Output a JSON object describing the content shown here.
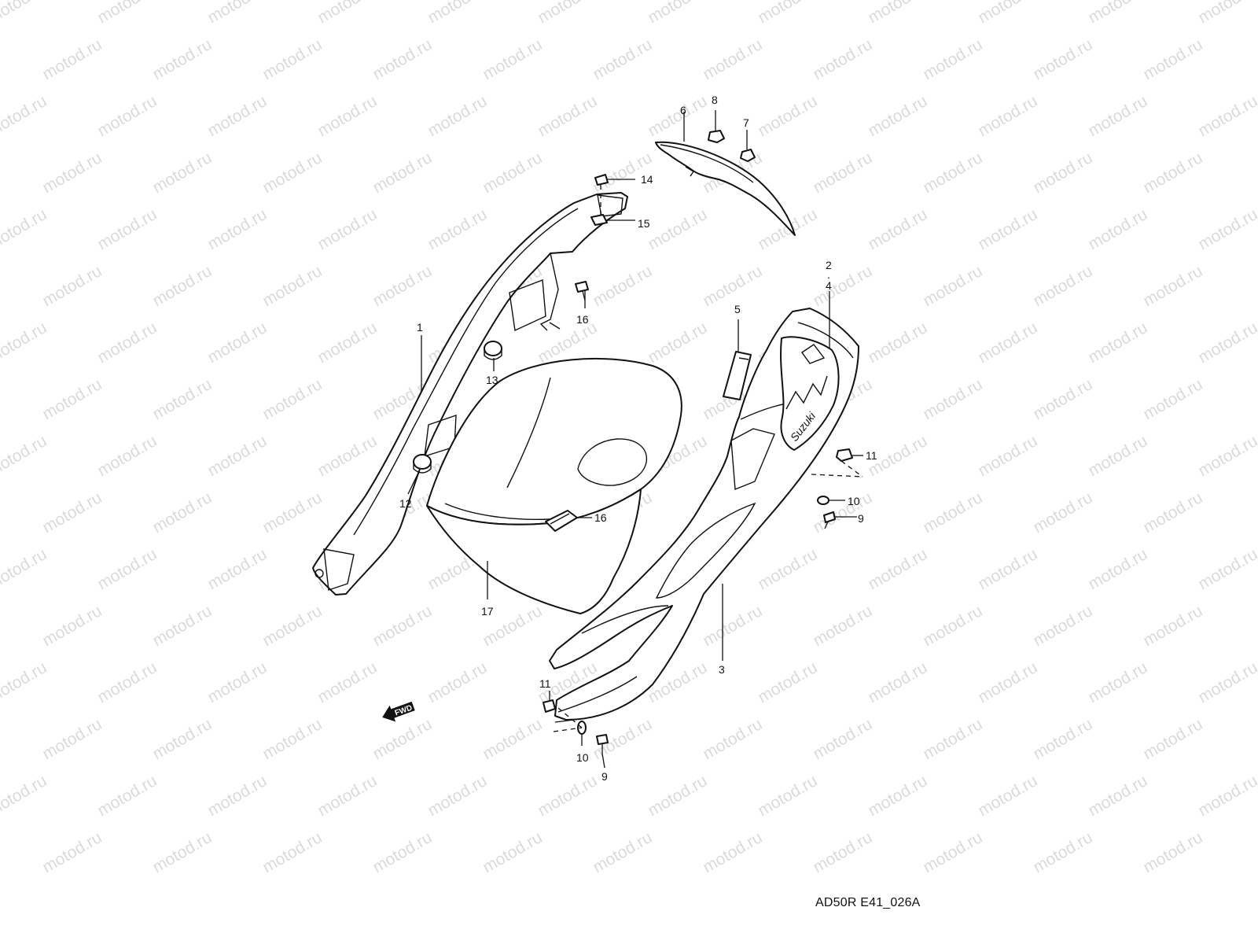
{
  "watermark": "motod.ru",
  "figure_id": "AD50R E41_026A",
  "fwd_label": "FWD",
  "decal_text": "Suzuki",
  "callouts": [
    "1",
    "2",
    ".",
    "4",
    "3",
    "5",
    "6",
    "7",
    "8",
    "9",
    "10",
    "11",
    "12",
    "13",
    "14",
    "15",
    "16",
    "17"
  ]
}
